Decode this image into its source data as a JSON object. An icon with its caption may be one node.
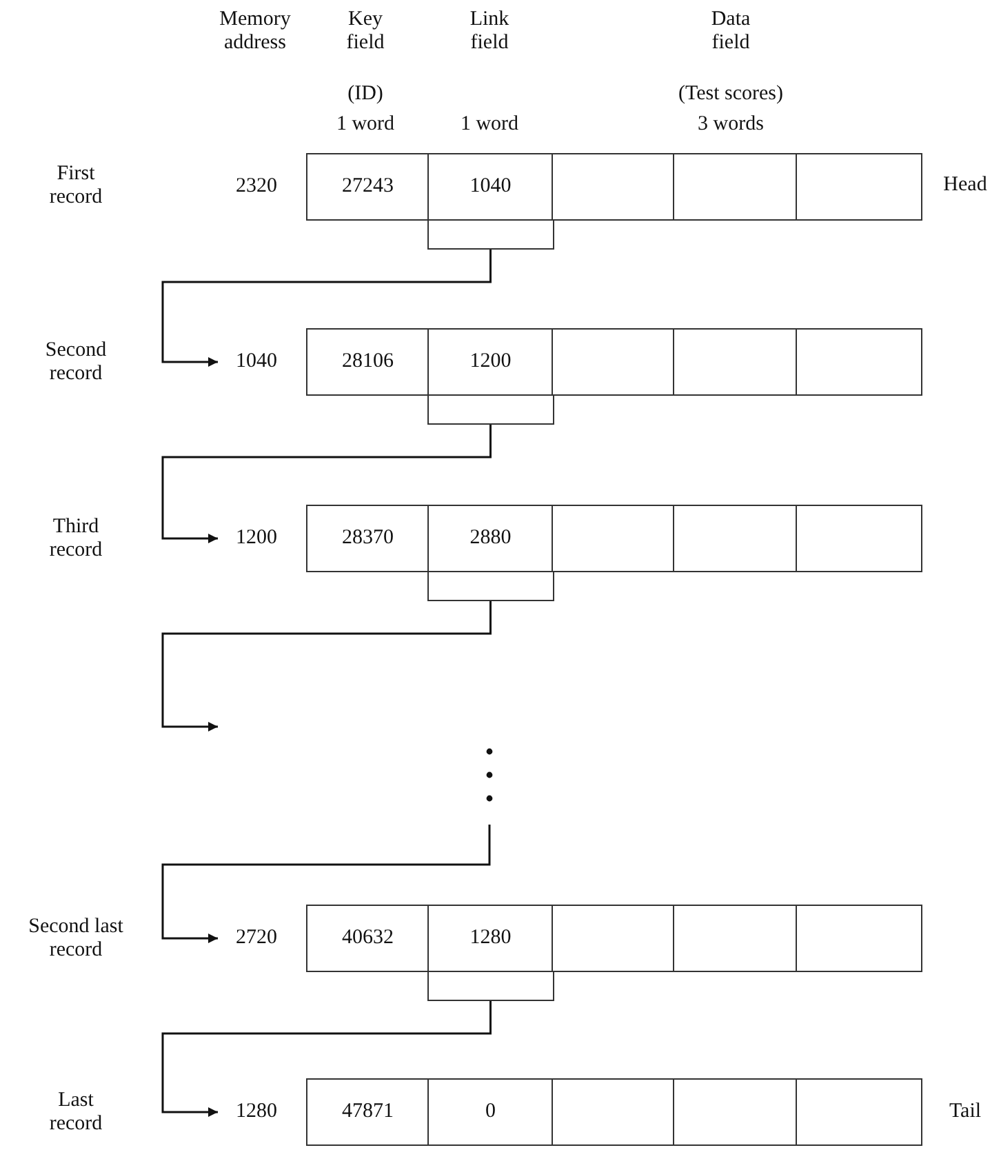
{
  "diagram": {
    "nodes": [
      {
        "text": [
          "2320"
        ]
      },
      {
        "text": [
          "27243"
        ]
      },
      {
        "text": [
          "1040"
        ]
      },
      {
        "text": [],
        "shape": "box"
      },
      {
        "text": [],
        "shape": "box"
      },
      {
        "text": [],
        "shape": "box"
      },
      {
        "text": [],
        "shape": "box"
      },
      {
        "text": [
          "1040"
        ]
      },
      {
        "text": [
          "28106"
        ]
      },
      {
        "text": [
          "1200"
        ]
      },
      {
        "text": [],
        "shape": "box"
      },
      {
        "text": [],
        "shape": "box"
      },
      {
        "text": [],
        "shape": "box"
      },
      {
        "text": [],
        "shape": "box"
      },
      {
        "text": [
          "1200"
        ]
      },
      {
        "text": [
          "28370"
        ]
      },
      {
        "text": [
          "2880"
        ]
      },
      {
        "text": [],
        "shape": "box"
      },
      {
        "text": [],
        "shape": "box"
      },
      {
        "text": [],
        "shape": "box"
      },
      {
        "text": [],
        "shape": "box"
      },
      {
        "text": [
          "2720"
        ]
      },
      {
        "text": [
          "40632"
        ]
      },
      {
        "text": [
          "1280"
        ]
      },
      {
        "text": [],
        "shape": "box"
      },
      {
        "text": [],
        "shape": "box"
      },
      {
        "text": [],
        "shape": "box"
      },
      {
        "text": [],
        "shape": "box"
      },
      {
        "text": [
          "1280"
        ]
      },
      {
        "text": [
          "47871"
        ]
      },
      {
        "text": [
          "0"
        ]
      },
      {
        "text": [],
        "shape": "box"
      },
      {
        "text": [],
        "shape": "box"
      },
      {
        "text": [],
        "shape": "box"
      }
    ],
    "edges": [
      {
        "from": 6,
        "to": 7,
        "arrow": "to"
      },
      {
        "from": 13,
        "to": 14,
        "arrow": "to"
      },
      {
        "from": 20,
        "to": null,
        "arrow": "to"
      },
      {
        "from": null,
        "to": 21,
        "arrow": "to"
      },
      {
        "from": 27,
        "to": 28,
        "arrow": "to"
      }
    ],
    "labels": [
      "Memory address",
      "Key field",
      "Link field",
      "Data field",
      "(ID)",
      "(Test scores)",
      "1 word",
      "1 word",
      "3 words",
      "First record",
      "Head",
      "Second record",
      "Third record",
      "Second last record",
      "Last record",
      "Tail"
    ]
  }
}
